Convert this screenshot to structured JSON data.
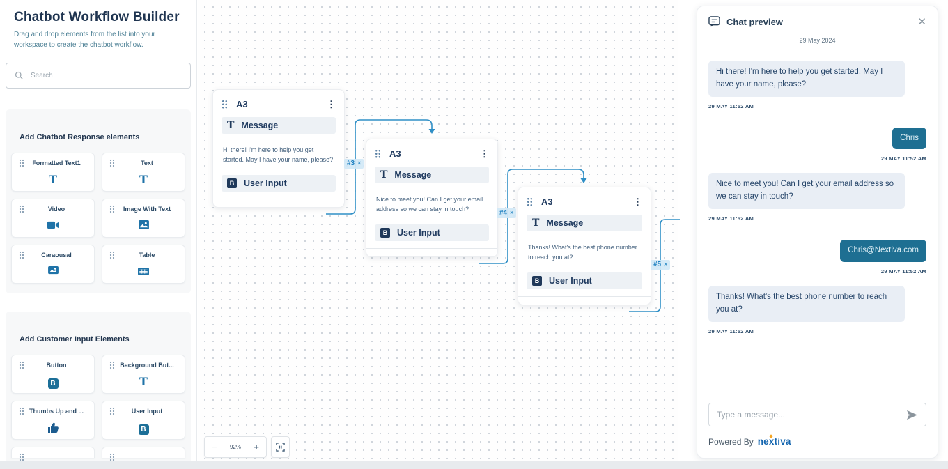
{
  "colors": {
    "accent_blue": "#2f8fc6",
    "label_blue": "#1b7fc0",
    "navy": "#1f3a5f",
    "description_teal": "#4b7f94",
    "bot_bubble": "#e9eef5",
    "user_bubble": "#1e6f92",
    "canvas_dot": "#ccd2d9",
    "brand_blue": "#1566af",
    "brand_orange": "#f5a623"
  },
  "sidebar": {
    "title": "Chatbot Workflow Builder",
    "description": "Drag and drop elements from the list into your workspace to create the chatbot workflow.",
    "search": {
      "placeholder": "Search"
    },
    "sections": [
      {
        "heading": "Add Chatbot Response elements",
        "items": [
          {
            "label": "Formatted Text1",
            "icon": "text-icon",
            "glyph": "T"
          },
          {
            "label": "Text",
            "icon": "text-icon",
            "glyph": "T"
          },
          {
            "label": "Video",
            "icon": "video-icon"
          },
          {
            "label": "Image With Text",
            "icon": "image-icon"
          },
          {
            "label": "Caraousal",
            "icon": "image-icon"
          },
          {
            "label": "Table",
            "icon": "table-icon"
          }
        ]
      },
      {
        "heading": "Add Customer Input Elements",
        "items": [
          {
            "label": "Button",
            "icon": "button-icon",
            "glyph": "B"
          },
          {
            "label": "Background But...",
            "icon": "text-icon",
            "glyph": "T"
          },
          {
            "label": "Thumbs Up and ...",
            "icon": "thumbs-up-icon"
          },
          {
            "label": "User Input",
            "icon": "button-icon",
            "glyph": "B"
          }
        ]
      }
    ]
  },
  "canvas": {
    "zoom_level": "92%",
    "nodes": [
      {
        "title": "A3",
        "message_label": "Message",
        "body": "Hi there! I'm here to help you get started. May I have your name, please?",
        "input_label": "User Input"
      },
      {
        "title": "A3",
        "message_label": "Message",
        "body": "Nice to meet you! Can I get your email address so we can stay in touch?",
        "input_label": "User Input"
      },
      {
        "title": "A3",
        "message_label": "Message",
        "body": "Thanks! What's the best phone number to reach you at?",
        "input_label": "User Input"
      }
    ],
    "connections": [
      {
        "label": "#3",
        "remove": "×"
      },
      {
        "label": "#4",
        "remove": "×"
      },
      {
        "label": "#5",
        "remove": "×"
      }
    ],
    "kebab_glyph": "⋮",
    "zoom_out_glyph": "−",
    "zoom_in_glyph": "+"
  },
  "chat": {
    "title": "Chat preview",
    "close_glyph": "✕",
    "date": "29 May 2024",
    "messages": [
      {
        "from": "bot",
        "text": "Hi there! I'm here to help you get started. May I have your name, please?",
        "timestamp": "29 MAY 11:52 AM"
      },
      {
        "from": "user",
        "text": "Chris",
        "timestamp": "29 MAY 11:52 AM"
      },
      {
        "from": "bot",
        "text": "Nice to meet you! Can I get your email address so we can stay in touch?",
        "timestamp": "29 MAY 11:52 AM"
      },
      {
        "from": "user",
        "text": "Chris@Nextiva.com",
        "timestamp": "29 MAY 11:52 AM"
      },
      {
        "from": "bot",
        "text": "Thanks! What's the best phone number to reach you at?",
        "timestamp": "29 MAY 11:52 AM"
      }
    ],
    "input": {
      "placeholder": "Type a message..."
    },
    "powered_by": "Powered By",
    "brand": "nextiva"
  }
}
